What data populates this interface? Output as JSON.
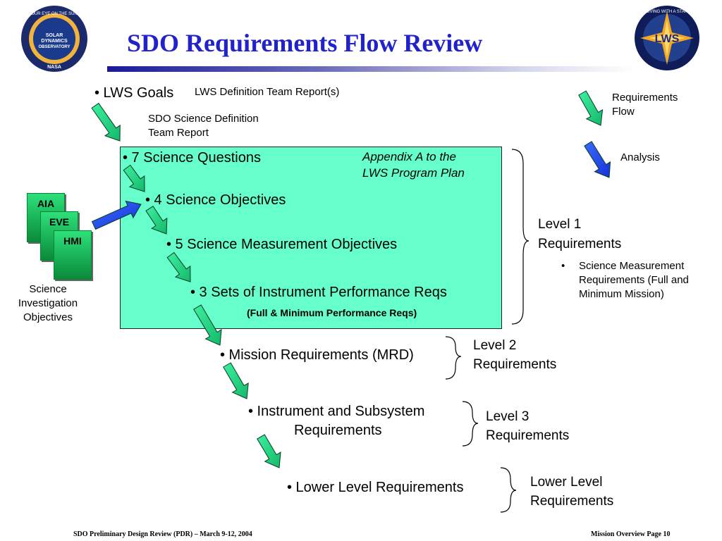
{
  "title": "SDO Requirements Flow Review",
  "sdo_logo": {
    "ring_text": "OUR EYE ON THE SUN",
    "lines": [
      "SOLAR",
      "DYNAMICS",
      "OBSERVATORY"
    ],
    "agency": "NASA"
  },
  "lws_logo": {
    "ring_text": "LIVING WITH A STAR",
    "center": "LWS"
  },
  "lws_goals": "• LWS Goals",
  "lws_def_report": "LWS Definition Team Report(s)",
  "sdo_science_def_1": "SDO Science Definition",
  "sdo_science_def_2": "Team Report",
  "legend": {
    "flow_1": "Requirements",
    "flow_2": "Flow",
    "analysis": "Analysis",
    "flow_color": "#2ecc71",
    "analysis_color": "#2244ee"
  },
  "box": {
    "q": "• 7 Science Questions",
    "appendix_1": "Appendix A to the",
    "appendix_2": "LWS Program Plan",
    "obj": "• 4 Science Objectives",
    "meas": "• 5 Science Measurement Objectives",
    "inst": "• 3 Sets of Instrument Performance Reqs",
    "fullmin": "(Full & Minimum Performance Reqs)",
    "color": "#66ffcc"
  },
  "instruments": [
    "AIA",
    "EVE",
    "HMI"
  ],
  "sio": [
    "Science",
    "Investigation",
    "Objectives"
  ],
  "level1": {
    "l1": "Level 1",
    "l2": "Requirements",
    "bullet": "•",
    "sub": [
      "Science Measurement",
      "Requirements (Full and",
      "Minimum Mission)"
    ]
  },
  "mission_req": "• Mission Requirements (MRD)",
  "level2": [
    "Level 2",
    "Requirements"
  ],
  "inst_sub_1": "• Instrument and Subsystem",
  "inst_sub_2": "Requirements",
  "level3": [
    "Level 3",
    "Requirements"
  ],
  "lower_req": "• Lower Level Requirements",
  "lower_level": [
    "Lower Level",
    "Requirements"
  ],
  "footer_left": "SDO Preliminary Design Review (PDR) – March 9-12, 2004",
  "footer_right": "Mission Overview Page 10"
}
